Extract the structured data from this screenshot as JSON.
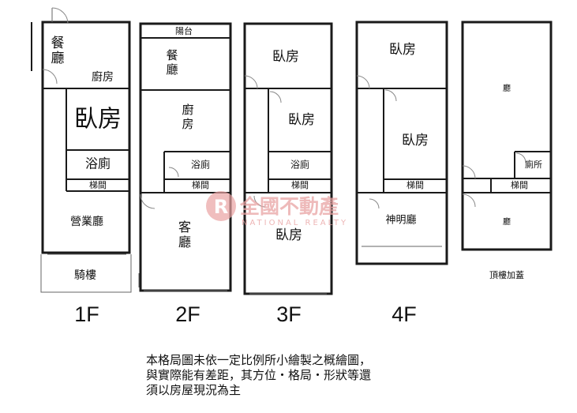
{
  "floors": [
    {
      "id": "1F",
      "label": "1F",
      "rooms": {
        "dining": "餐\n廳",
        "kitchen": "廚房",
        "bedroom": "臥房",
        "bath": "浴廁",
        "stair": "梯間",
        "shop": "營業廳",
        "arcade": "騎樓"
      }
    },
    {
      "id": "2F",
      "label": "2F",
      "rooms": {
        "balcony": "陽台",
        "dining": "餐\n廳",
        "kitchen": "廚\n房",
        "bath": "浴廁",
        "stair": "梯間",
        "living": "客\n廳"
      }
    },
    {
      "id": "3F",
      "label": "3F",
      "rooms": {
        "bedroom_top": "臥房",
        "bedroom_mid": "臥房",
        "bath": "浴廁",
        "stair": "梯間",
        "bedroom_bottom": "臥房"
      }
    },
    {
      "id": "4F",
      "label": "4F",
      "rooms": {
        "bedroom_top": "臥房",
        "bedroom_mid": "臥房",
        "stair": "梯間",
        "shrine": "神明廳"
      }
    },
    {
      "id": "roof",
      "label": "頂樓加蓋",
      "rooms": {
        "hall_top": "廳",
        "toilet": "廁所",
        "stair": "梯間",
        "hall_bottom": "廳"
      }
    }
  ],
  "watermark": {
    "logo_letter": "R",
    "name": "全國不動產",
    "subtitle": "NATIONAL REALTY"
  },
  "disclaimer": [
    "本格局圖未依一定比例所小繪製之概繪圖，",
    "與實際能有差距，其方位・格局・形狀等還",
    "須以房屋現況為主"
  ],
  "colors": {
    "wall": "#1a1a1a",
    "watermark": "#e9a3a3"
  }
}
